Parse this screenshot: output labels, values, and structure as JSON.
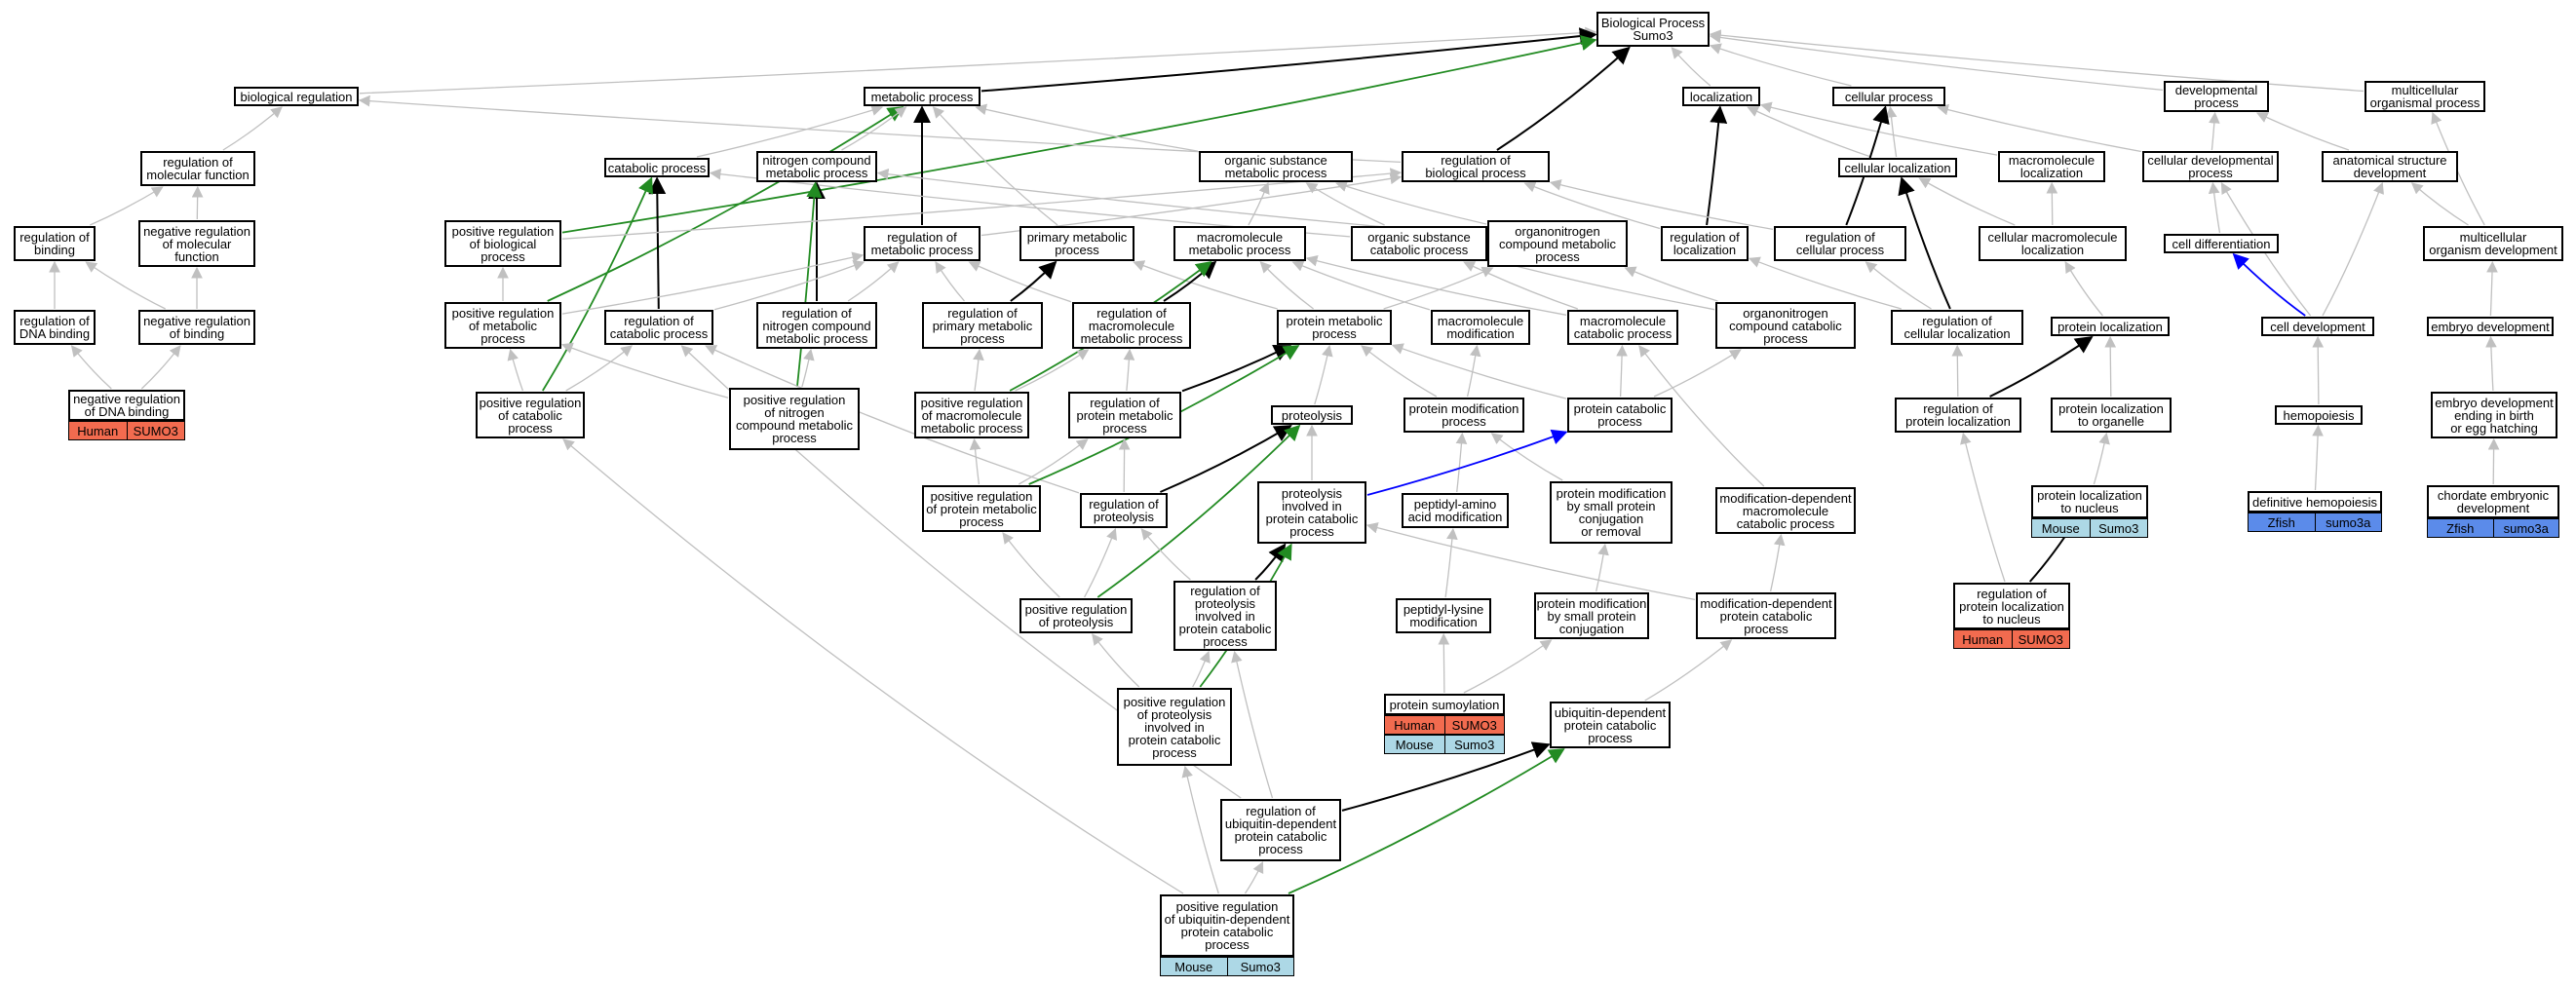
{
  "colors": {
    "edge_default": "#c0c0c0",
    "edge_black": "#000000",
    "edge_green": "#228b22",
    "edge_blue": "#0000ff",
    "human": "#f26b4f",
    "mouse": "#add8e6",
    "zfish": "#5b8bea"
  },
  "nodes": [
    {
      "id": "bp",
      "label": "Biological Process\nSumo3"
    },
    {
      "id": "breg",
      "label": "biological regulation"
    },
    {
      "id": "meta",
      "label": "metabolic process"
    },
    {
      "id": "loc",
      "label": "localization"
    },
    {
      "id": "cell",
      "label": "cellular process"
    },
    {
      "id": "dev",
      "label": "developmental\nprocess"
    },
    {
      "id": "mcop",
      "label": "multicellular\norganismal process"
    },
    {
      "id": "regmf",
      "label": "regulation of\nmolecular function"
    },
    {
      "id": "cat",
      "label": "catabolic process"
    },
    {
      "id": "nitro",
      "label": "nitrogen compound\nmetabolic process"
    },
    {
      "id": "osmp",
      "label": "organic substance\nmetabolic process"
    },
    {
      "id": "regbp",
      "label": "regulation of\nbiological process"
    },
    {
      "id": "cellloc",
      "label": "cellular localization"
    },
    {
      "id": "macloc",
      "label": "macromolecule\nlocalization"
    },
    {
      "id": "celldevp",
      "label": "cellular developmental\nprocess"
    },
    {
      "id": "asd",
      "label": "anatomical structure\ndevelopment"
    },
    {
      "id": "regbind",
      "label": "regulation of\nbinding"
    },
    {
      "id": "negregmf",
      "label": "negative regulation\nof molecular\nfunction"
    },
    {
      "id": "posregbp",
      "label": "positive regulation\nof biological\nprocess"
    },
    {
      "id": "regmp",
      "label": "regulation of\nmetabolic process"
    },
    {
      "id": "pmp",
      "label": "primary metabolic\nprocess"
    },
    {
      "id": "mmp",
      "label": "macromolecule\nmetabolic process"
    },
    {
      "id": "oscp",
      "label": "organic substance\ncatabolic process"
    },
    {
      "id": "onmp",
      "label": "organonitrogen\ncompound metabolic\nprocess"
    },
    {
      "id": "regloc",
      "label": "regulation of\nlocalization"
    },
    {
      "id": "regcp",
      "label": "regulation of\ncellular process"
    },
    {
      "id": "cmacloc",
      "label": "cellular macromolecule\nlocalization"
    },
    {
      "id": "celldiff",
      "label": "cell differentiation"
    },
    {
      "id": "mod",
      "label": "multicellular\norganism development"
    },
    {
      "id": "regdna",
      "label": "regulation of\nDNA binding"
    },
    {
      "id": "negbind",
      "label": "negative regulation\nof binding"
    },
    {
      "id": "posregmp",
      "label": "positive regulation\nof metabolic\nprocess"
    },
    {
      "id": "regcat",
      "label": "regulation of\ncatabolic process"
    },
    {
      "id": "regncmp",
      "label": "regulation of\nnitrogen compound\nmetabolic process"
    },
    {
      "id": "regpmp",
      "label": "regulation of\nprimary metabolic\nprocess"
    },
    {
      "id": "regmmp",
      "label": "regulation of\nmacromolecule\nmetabolic process"
    },
    {
      "id": "protmp",
      "label": "protein metabolic\nprocess"
    },
    {
      "id": "macmod",
      "label": "macromolecule\nmodification"
    },
    {
      "id": "maccat",
      "label": "macromolecule\ncatabolic process"
    },
    {
      "id": "onccp",
      "label": "organonitrogen\ncompound catabolic\nprocess"
    },
    {
      "id": "regcellloc",
      "label": "regulation of\ncellular localization"
    },
    {
      "id": "protloc",
      "label": "protein localization"
    },
    {
      "id": "celldev",
      "label": "cell development"
    },
    {
      "id": "embdev",
      "label": "embryo development"
    },
    {
      "id": "negdna",
      "label": "negative regulation\nof DNA binding"
    },
    {
      "id": "posregcat",
      "label": "positive regulation\nof catabolic\nprocess"
    },
    {
      "id": "posregncmp",
      "label": "positive regulation\nof nitrogen\ncompound metabolic\nprocess"
    },
    {
      "id": "posregmmp",
      "label": "positive regulation\nof macromolecule\nmetabolic process"
    },
    {
      "id": "regprotmp",
      "label": "regulation of\nprotein metabolic\nprocess"
    },
    {
      "id": "proteolysis",
      "label": "proteolysis"
    },
    {
      "id": "protmodp",
      "label": "protein modification\nprocess"
    },
    {
      "id": "protcat",
      "label": "protein catabolic\nprocess"
    },
    {
      "id": "regprotloc",
      "label": "regulation of\nprotein localization"
    },
    {
      "id": "protloco",
      "label": "protein localization\nto organelle"
    },
    {
      "id": "hemo",
      "label": "hemopoiesis"
    },
    {
      "id": "embhatch",
      "label": "embryo development\nending in birth\nor egg hatching"
    },
    {
      "id": "posregprotmp",
      "label": "positive regulation\nof protein metabolic\nprocess"
    },
    {
      "id": "regproteolysis",
      "label": "regulation of\nproteolysis"
    },
    {
      "id": "pipcp",
      "label": "proteolysis\ninvolved in\nprotein catabolic\nprocess"
    },
    {
      "id": "peptaa",
      "label": "peptidyl-amino\nacid modification"
    },
    {
      "id": "pmsp",
      "label": "protein modification\nby small protein\nconjugation\nor removal"
    },
    {
      "id": "mdmcp",
      "label": "modification-dependent\nmacromolecule\ncatabolic process"
    },
    {
      "id": "protlocn",
      "label": "protein localization\nto nucleus"
    },
    {
      "id": "defhemo",
      "label": "definitive hemopoiesis"
    },
    {
      "id": "chordemb",
      "label": "chordate embryonic\ndevelopment"
    },
    {
      "id": "posregprot",
      "label": "positive regulation\nof proteolysis"
    },
    {
      "id": "regpipcp",
      "label": "regulation of\nproteolysis\ninvolved in\nprotein catabolic\nprocess"
    },
    {
      "id": "peptlys",
      "label": "peptidyl-lysine\nmodification"
    },
    {
      "id": "pmspc",
      "label": "protein modification\nby small protein\nconjugation"
    },
    {
      "id": "mdpcp",
      "label": "modification-dependent\nprotein catabolic\nprocess"
    },
    {
      "id": "regprotlocn",
      "label": "regulation of\nprotein localization\nto nucleus"
    },
    {
      "id": "posregpipcp",
      "label": "positive regulation\nof proteolysis\ninvolved in\nprotein catabolic\nprocess"
    },
    {
      "id": "sumo",
      "label": "protein sumoylation"
    },
    {
      "id": "udpcp",
      "label": "ubiquitin-dependent\nprotein catabolic\nprocess"
    },
    {
      "id": "regudpcp",
      "label": "regulation of\nubiquitin-dependent\nprotein catabolic\nprocess"
    },
    {
      "id": "posregudpcp",
      "label": "positive regulation\nof ubiquitin-dependent\nprotein catabolic\nprocess"
    }
  ],
  "annotations": [
    {
      "node": "negdna",
      "rows": [
        {
          "species": "Human",
          "gene": "SUMO3",
          "color": "human"
        }
      ]
    },
    {
      "node": "protlocn",
      "rows": [
        {
          "species": "Mouse",
          "gene": "Sumo3",
          "color": "mouse"
        }
      ]
    },
    {
      "node": "defhemo",
      "rows": [
        {
          "species": "Zfish",
          "gene": "sumo3a",
          "color": "zfish"
        }
      ]
    },
    {
      "node": "chordemb",
      "rows": [
        {
          "species": "Zfish",
          "gene": "sumo3a",
          "color": "zfish"
        }
      ]
    },
    {
      "node": "regprotlocn",
      "rows": [
        {
          "species": "Human",
          "gene": "SUMO3",
          "color": "human"
        }
      ]
    },
    {
      "node": "sumo",
      "rows": [
        {
          "species": "Human",
          "gene": "SUMO3",
          "color": "human"
        },
        {
          "species": "Mouse",
          "gene": "Sumo3",
          "color": "mouse"
        }
      ]
    },
    {
      "node": "posregudpcp",
      "rows": [
        {
          "species": "Mouse",
          "gene": "Sumo3",
          "color": "mouse"
        }
      ]
    }
  ],
  "edges": [
    [
      "bp",
      "breg",
      "g"
    ],
    [
      "bp",
      "meta",
      "k"
    ],
    [
      "bp",
      "loc",
      "g"
    ],
    [
      "bp",
      "cell",
      "g"
    ],
    [
      "bp",
      "dev",
      "g"
    ],
    [
      "bp",
      "mcop",
      "g"
    ],
    [
      "bp",
      "regbp",
      "k"
    ],
    [
      "bp",
      "posregbp",
      "gr"
    ],
    [
      "breg",
      "regmf",
      "g"
    ],
    [
      "breg",
      "regbp",
      "g"
    ],
    [
      "meta",
      "osmp",
      "g"
    ],
    [
      "meta",
      "pmp",
      "g"
    ],
    [
      "meta",
      "regmp",
      "k"
    ],
    [
      "meta",
      "posregmp",
      "gr"
    ],
    [
      "meta",
      "nitro",
      "g"
    ],
    [
      "meta",
      "cat",
      "g"
    ],
    [
      "loc",
      "cellloc",
      "g"
    ],
    [
      "loc",
      "macloc",
      "g"
    ],
    [
      "loc",
      "regloc",
      "k"
    ],
    [
      "cell",
      "cellloc",
      "g"
    ],
    [
      "cell",
      "regcp",
      "k"
    ],
    [
      "cell",
      "celldevp",
      "g"
    ],
    [
      "dev",
      "celldevp",
      "g"
    ],
    [
      "dev",
      "asd",
      "g"
    ],
    [
      "mcop",
      "mod",
      "g"
    ],
    [
      "regmf",
      "negregmf",
      "g"
    ],
    [
      "regmf",
      "regbind",
      "g"
    ],
    [
      "cat",
      "regcat",
      "k"
    ],
    [
      "cat",
      "oscp",
      "g"
    ],
    [
      "cat",
      "posregcat",
      "gr"
    ],
    [
      "nitro",
      "regncmp",
      "k"
    ],
    [
      "nitro",
      "onmp",
      "g"
    ],
    [
      "nitro",
      "posregncmp",
      "gr"
    ],
    [
      "osmp",
      "oscp",
      "g"
    ],
    [
      "osmp",
      "mmp",
      "g"
    ],
    [
      "osmp",
      "onmp",
      "g"
    ],
    [
      "regbp",
      "regmp",
      "g"
    ],
    [
      "regbp",
      "regcp",
      "g"
    ],
    [
      "regbp",
      "regloc",
      "g"
    ],
    [
      "regbp",
      "posregbp",
      "g"
    ],
    [
      "cellloc",
      "regcellloc",
      "k"
    ],
    [
      "cellloc",
      "cmacloc",
      "g"
    ],
    [
      "macloc",
      "cmacloc",
      "g"
    ],
    [
      "celldevp",
      "celldiff",
      "g"
    ],
    [
      "celldevp",
      "celldev",
      "g"
    ],
    [
      "asd",
      "celldev",
      "g"
    ],
    [
      "asd",
      "mod",
      "g"
    ],
    [
      "regbind",
      "regdna",
      "g"
    ],
    [
      "regbind",
      "negbind",
      "g"
    ],
    [
      "negregmf",
      "negbind",
      "g"
    ],
    [
      "posregbp",
      "posregmp",
      "g"
    ],
    [
      "regmp",
      "regcat",
      "g"
    ],
    [
      "regmp",
      "regncmp",
      "g"
    ],
    [
      "regmp",
      "regpmp",
      "g"
    ],
    [
      "regmp",
      "regmmp",
      "g"
    ],
    [
      "regmp",
      "posregmp",
      "g"
    ],
    [
      "pmp",
      "regpmp",
      "k"
    ],
    [
      "pmp",
      "protmp",
      "g"
    ],
    [
      "mmp",
      "regmmp",
      "k"
    ],
    [
      "mmp",
      "protmp",
      "g"
    ],
    [
      "mmp",
      "maccat",
      "g"
    ],
    [
      "mmp",
      "macmod",
      "g"
    ],
    [
      "mmp",
      "posregmmp",
      "gr"
    ],
    [
      "oscp",
      "maccat",
      "g"
    ],
    [
      "oscp",
      "onccp",
      "g"
    ],
    [
      "onmp",
      "protmp",
      "g"
    ],
    [
      "onmp",
      "onccp",
      "g"
    ],
    [
      "regloc",
      "regcellloc",
      "g"
    ],
    [
      "regcp",
      "regcellloc",
      "g"
    ],
    [
      "cmacloc",
      "protloc",
      "g"
    ],
    [
      "celldiff",
      "celldev",
      "b"
    ],
    [
      "mod",
      "embdev",
      "g"
    ],
    [
      "regdna",
      "negdna",
      "g"
    ],
    [
      "negbind",
      "negdna",
      "g"
    ],
    [
      "posregmp",
      "posregcat",
      "g"
    ],
    [
      "posregmp",
      "posregncmp",
      "g"
    ],
    [
      "regcat",
      "posregcat",
      "g"
    ],
    [
      "regcat",
      "regproteolysis",
      "g"
    ],
    [
      "regncmp",
      "posregncmp",
      "g"
    ],
    [
      "regpmp",
      "posregmmp",
      "g"
    ],
    [
      "regmmp",
      "posregmmp",
      "g"
    ],
    [
      "regmmp",
      "regprotmp",
      "g"
    ],
    [
      "protmp",
      "regprotmp",
      "k"
    ],
    [
      "protmp",
      "proteolysis",
      "g"
    ],
    [
      "protmp",
      "protmodp",
      "g"
    ],
    [
      "protmp",
      "protcat",
      "g"
    ],
    [
      "protmp",
      "posregprotmp",
      "gr"
    ],
    [
      "macmod",
      "protmodp",
      "g"
    ],
    [
      "maccat",
      "protcat",
      "g"
    ],
    [
      "maccat",
      "mdmcp",
      "g"
    ],
    [
      "onccp",
      "protcat",
      "g"
    ],
    [
      "regcellloc",
      "regprotloc",
      "g"
    ],
    [
      "protloc",
      "regprotloc",
      "k"
    ],
    [
      "protloc",
      "protloco",
      "g"
    ],
    [
      "celldev",
      "hemo",
      "g"
    ],
    [
      "embdev",
      "embhatch",
      "g"
    ],
    [
      "posregmmp",
      "posregprotmp",
      "g"
    ],
    [
      "regprotmp",
      "posregprotmp",
      "g"
    ],
    [
      "regprotmp",
      "regproteolysis",
      "g"
    ],
    [
      "proteolysis",
      "regproteolysis",
      "k"
    ],
    [
      "proteolysis",
      "pipcp",
      "g"
    ],
    [
      "proteolysis",
      "posregprot",
      "gr"
    ],
    [
      "protmodp",
      "peptaa",
      "g"
    ],
    [
      "protmodp",
      "pmsp",
      "g"
    ],
    [
      "protcat",
      "pipcp",
      "b"
    ],
    [
      "regprotloc",
      "regprotlocn",
      "g"
    ],
    [
      "protloco",
      "protlocn",
      "g"
    ],
    [
      "hemo",
      "defhemo",
      "g"
    ],
    [
      "embhatch",
      "chordemb",
      "g"
    ],
    [
      "posregprotmp",
      "posregprot",
      "g"
    ],
    [
      "regproteolysis",
      "posregprot",
      "g"
    ],
    [
      "regproteolysis",
      "regpipcp",
      "g"
    ],
    [
      "pipcp",
      "regpipcp",
      "k"
    ],
    [
      "pipcp",
      "mdpcp",
      "g"
    ],
    [
      "pipcp",
      "posregpipcp",
      "gr"
    ],
    [
      "peptaa",
      "peptlys",
      "g"
    ],
    [
      "pmsp",
      "pmspc",
      "g"
    ],
    [
      "mdmcp",
      "mdpcp",
      "g"
    ],
    [
      "protlocn",
      "regprotlocn",
      "k"
    ],
    [
      "posregprot",
      "posregpipcp",
      "g"
    ],
    [
      "regpipcp",
      "posregpipcp",
      "g"
    ],
    [
      "regpipcp",
      "regudpcp",
      "g"
    ],
    [
      "peptlys",
      "sumo",
      "g"
    ],
    [
      "pmspc",
      "sumo",
      "g"
    ],
    [
      "mdpcp",
      "udpcp",
      "g"
    ],
    [
      "posregpipcp",
      "posregudpcp",
      "g"
    ],
    [
      "udpcp",
      "regudpcp",
      "k"
    ],
    [
      "udpcp",
      "posregudpcp",
      "gr"
    ],
    [
      "regudpcp",
      "posregudpcp",
      "g"
    ],
    [
      "posregcat",
      "posregudpcp",
      "g"
    ],
    [
      "regcat",
      "regudpcp",
      "g"
    ]
  ]
}
